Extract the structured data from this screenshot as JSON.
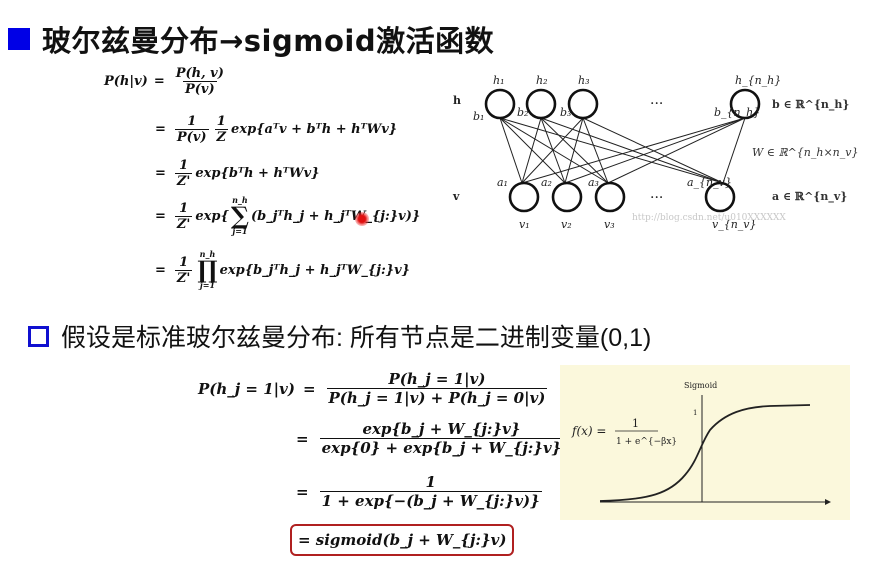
{
  "title": {
    "bullet_color": "#0000e6",
    "text": "玻尔兹曼分布→sigmoid激活函数"
  },
  "derivation1": {
    "lhs": "P(h|v)",
    "eq": "=",
    "line1": {
      "num": "P(h, v)",
      "den": "P(v)"
    },
    "line2": {
      "f1_num": "1",
      "f1_den": "P(v)",
      "f2_num": "1",
      "f2_den": "Z",
      "body": "exp{aᵀv + bᵀh + hᵀWv}"
    },
    "line3": {
      "num": "1",
      "den": "Z'",
      "body": "exp{bᵀh + hᵀWv}"
    },
    "line4": {
      "num": "1",
      "den": "Z'",
      "op": "∑",
      "upper": "n_h",
      "lower": "j=1",
      "pre": "exp{",
      "body": "(b_jᵀh_j + h_jᵀW_{j:}v)}"
    },
    "line5": {
      "num": "1",
      "den": "Z'",
      "op": "∏",
      "upper": "n_h",
      "lower": "j=1",
      "body": "exp{b_jᵀh_j + h_jᵀW_{j:}v}"
    }
  },
  "rbm_diagram": {
    "hidden_layer_label": "h",
    "visible_layer_label": "v",
    "hidden_nodes": [
      "h₁",
      "h₂",
      "h₃",
      "h_{n_h}"
    ],
    "hidden_biases": [
      "b₁",
      "b₂",
      "b₃",
      "b_{n_h}"
    ],
    "visible_nodes": [
      "v₁",
      "v₂",
      "v₃",
      "v_{n_v}"
    ],
    "visible_biases": [
      "a₁",
      "a₂",
      "a₃",
      "a_{n_v}"
    ],
    "ellipsis": "···",
    "b_space": "b ∈ ℝ^{n_h}",
    "w_space": "W ∈ ℝ^{n_h×n_v}",
    "a_space": "a ∈ ℝ^{n_v}",
    "watermark": "http://blog.csdn.net/u010XXXXXX"
  },
  "subpoint": {
    "bullet_color": "#1010d0",
    "text": "假设是标准玻尔兹曼分布: 所有节点是二进制变量(0,1)"
  },
  "derivation2": {
    "lhs": "P(h_j = 1|v)",
    "line1": {
      "num": "P(h_j = 1|v)",
      "den": "P(h_j = 1|v) + P(h_j = 0|v)"
    },
    "line2": {
      "num": "exp{b_j + W_{j:}v}",
      "den": "exp{0} + exp{b_j + W_{j:}v}"
    },
    "line3": {
      "num": "1",
      "den": "1 + exp{−(b_j + W_{j:}v)}"
    },
    "line4": "= sigmoid(b_j + W_{j:}v)",
    "highlight_color": "#b02020"
  },
  "sigmoid_figure": {
    "title": "Sigmoid",
    "formula_lhs": "f(x) =",
    "formula_num": "1",
    "formula_den": "1 + e^{−βx}",
    "y_tick": "1",
    "background": "#fbf8dc"
  }
}
